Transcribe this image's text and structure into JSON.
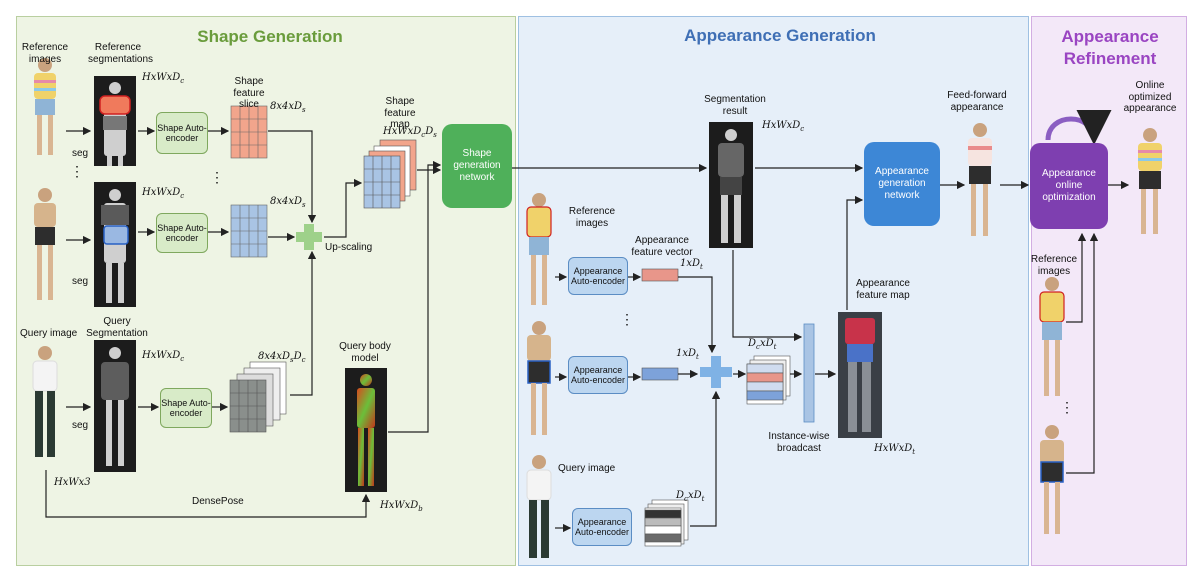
{
  "panels": {
    "shape_title": "Shape Generation",
    "appearance_title": "Appearance Generation",
    "refinement_title": "Appearance Refinement"
  },
  "shape": {
    "ref_images": "Reference images",
    "ref_segs": "Reference segmentations",
    "seg": "seg",
    "dim_hwdc": "HxWxD",
    "dim_hwdc_sub": "c",
    "shape_feature_slice": "Shape feature slice",
    "dim_84ds": "8x4xD",
    "dim_84ds_sub": "s",
    "dots": "⋮",
    "ae": "Shape Auto-encoder",
    "shape_feature_map": "Shape feature map",
    "dim_map": "HxWxD",
    "dim_map_sub": "c",
    "dim_map_tail": "D",
    "dim_map_tail_sub": "s",
    "upscaling": "Up-scaling",
    "net": "Shape generation network",
    "query_image": "Query image",
    "query_seg": "Query Segmentation",
    "query_dim": "8x4xD",
    "query_dim_sub": "s",
    "query_dim_tail": "D",
    "query_dim_tail_sub": "c",
    "query_body": "Query body model",
    "hw3": "HxWx3",
    "densepose": "DensePose",
    "hwdb": "HxWxD",
    "hwdb_sub": "b"
  },
  "appearance": {
    "seg_result": "Segmentation result",
    "hwdc": "HxWxD",
    "hwdc_sub": "c",
    "ref_images": "Reference images",
    "feature_vector": "Appearance feature vector",
    "one_dt": "1xD",
    "one_dt_sub": "t",
    "ae": "Appearance Auto-encoder",
    "dcdt": "D",
    "dcdt_sub": "c",
    "dcdt_mid": "xD",
    "dcdt_tail_sub": "t",
    "instance": "Instance-wise broadcast",
    "feature_map": "Appearance feature map",
    "hwdt": "HxWxD",
    "hwdt_sub": "t",
    "query_image": "Query image",
    "net": "Appearance generation network",
    "ff_appearance": "Feed-forward appearance"
  },
  "refinement": {
    "online_net": "Appearance online optimization",
    "online_result": "Online optimized appearance",
    "ref_images": "Reference images"
  },
  "colors": {
    "shape_bg": "#eef4e4",
    "appearance_bg": "#e6eff9",
    "refine_bg": "#f3e8f8",
    "shape_title": "#6a9c3c",
    "appearance_title": "#3f6fb5",
    "refine_title": "#9a45c2"
  }
}
